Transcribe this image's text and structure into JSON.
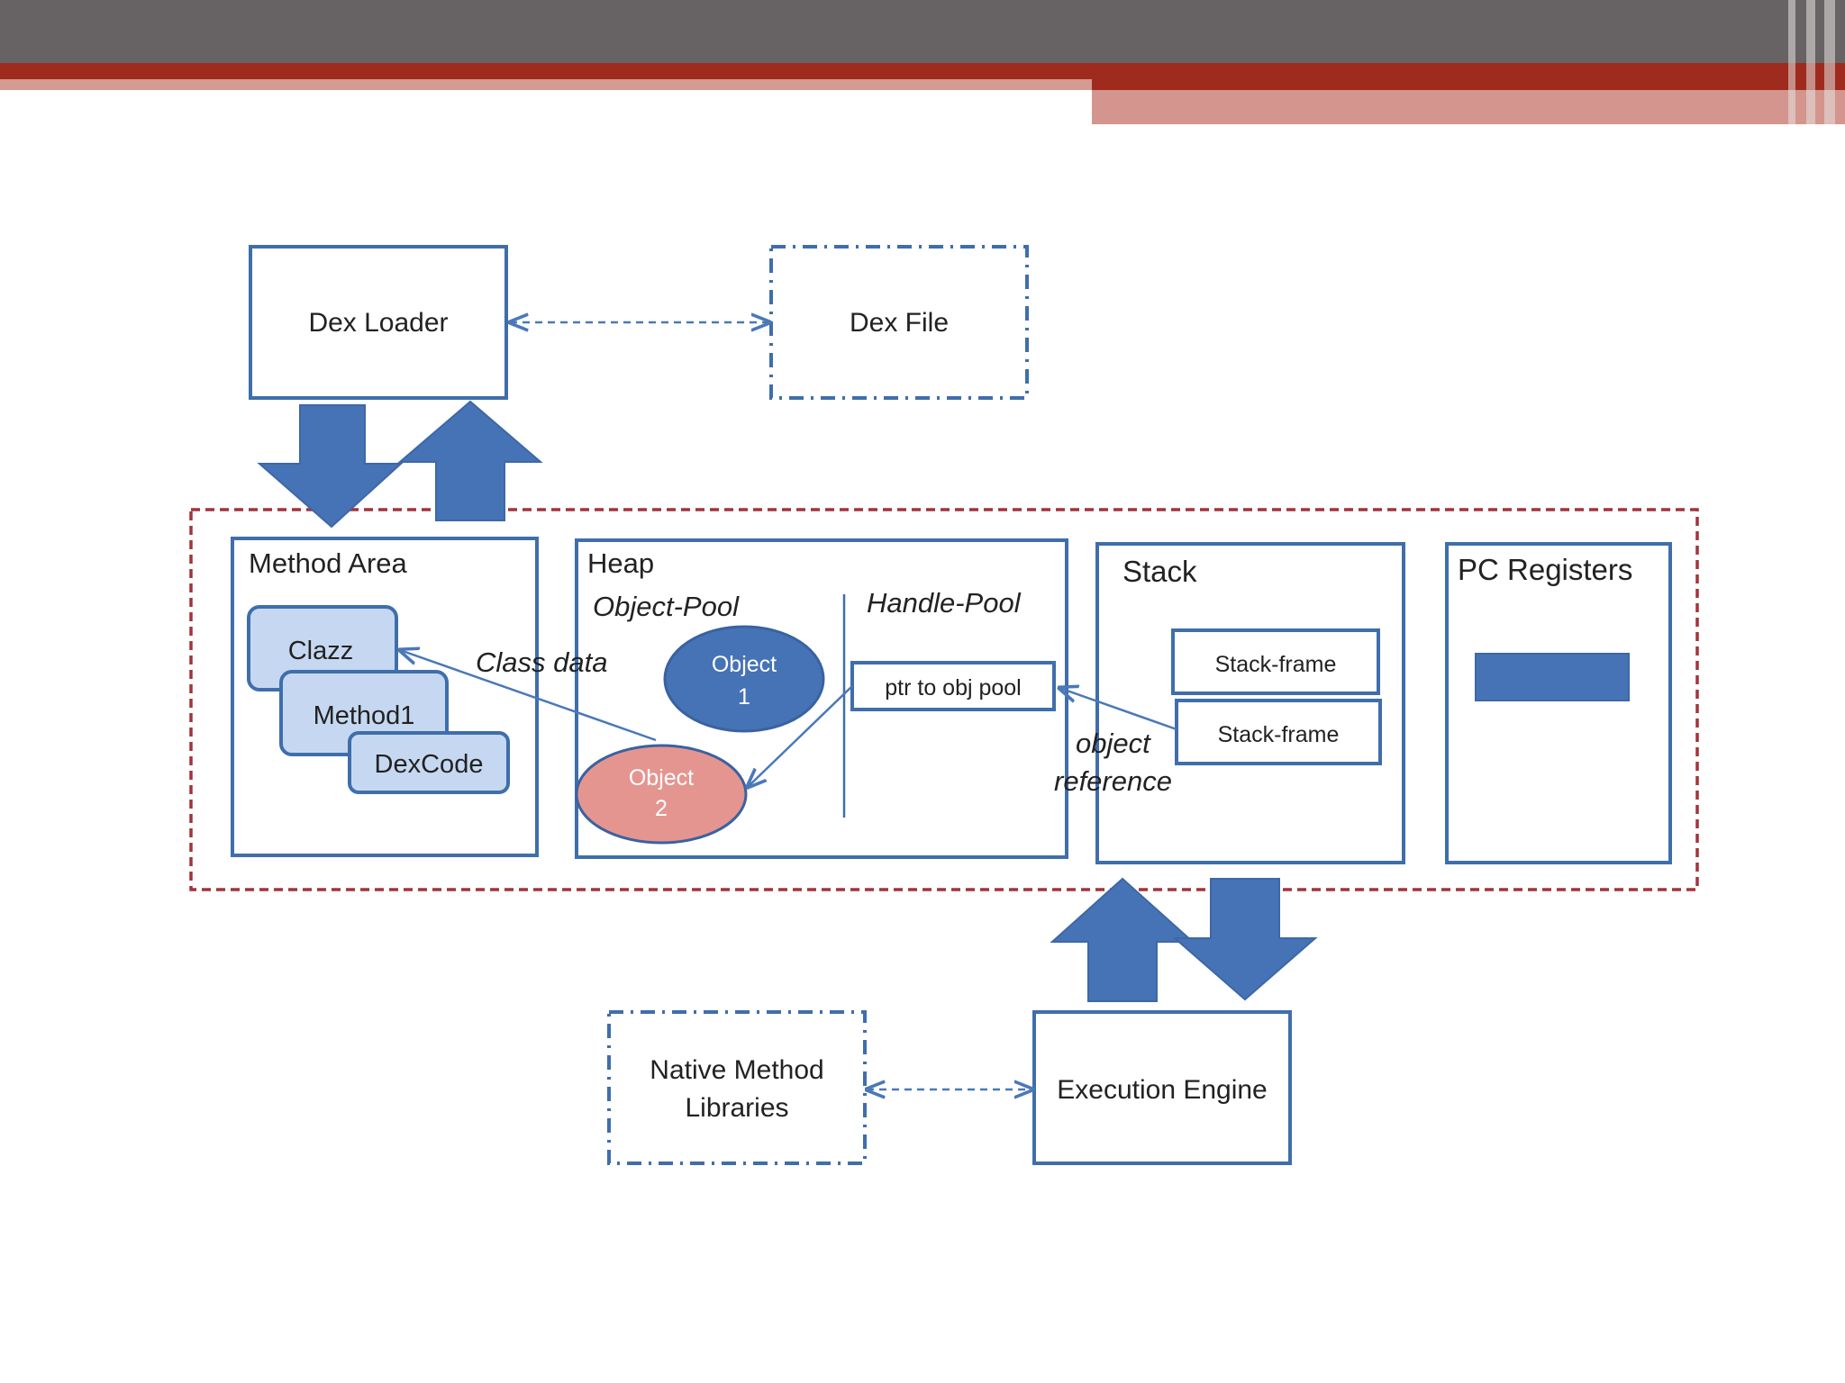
{
  "colors": {
    "header_gray": "#676263",
    "header_red": "#9e2b1e",
    "header_pink": "#d3958d",
    "box_stroke": "#3f6eab",
    "arrow_fill": "#4673b6",
    "object1_fill": "#4673b6",
    "object2_fill": "#e59590",
    "card_fill": "#c6d8f1",
    "frame_dashed": "#a3333b"
  },
  "diagram": {
    "dex_loader": "Dex Loader",
    "dex_file": "Dex File",
    "method_area": {
      "title": "Method Area",
      "clazz": "Clazz",
      "method1": "Method1",
      "dexcode": "DexCode"
    },
    "heap": {
      "title": "Heap",
      "object_pool": "Object-Pool",
      "handle_pool": "Handle-Pool",
      "object1_line1": "Object",
      "object1_line2": "1",
      "object2_line1": "Object",
      "object2_line2": "2",
      "ptr_pool": "ptr to obj pool"
    },
    "class_data": "Class data",
    "stack": {
      "title": "Stack",
      "frame1": "Stack-frame",
      "frame2": "Stack-frame"
    },
    "object_reference_line1": "object",
    "object_reference_line2": "reference",
    "pc_registers": "PC Registers",
    "native_line1": "Native Method",
    "native_line2": "Libraries",
    "execution_engine": "Execution Engine"
  }
}
